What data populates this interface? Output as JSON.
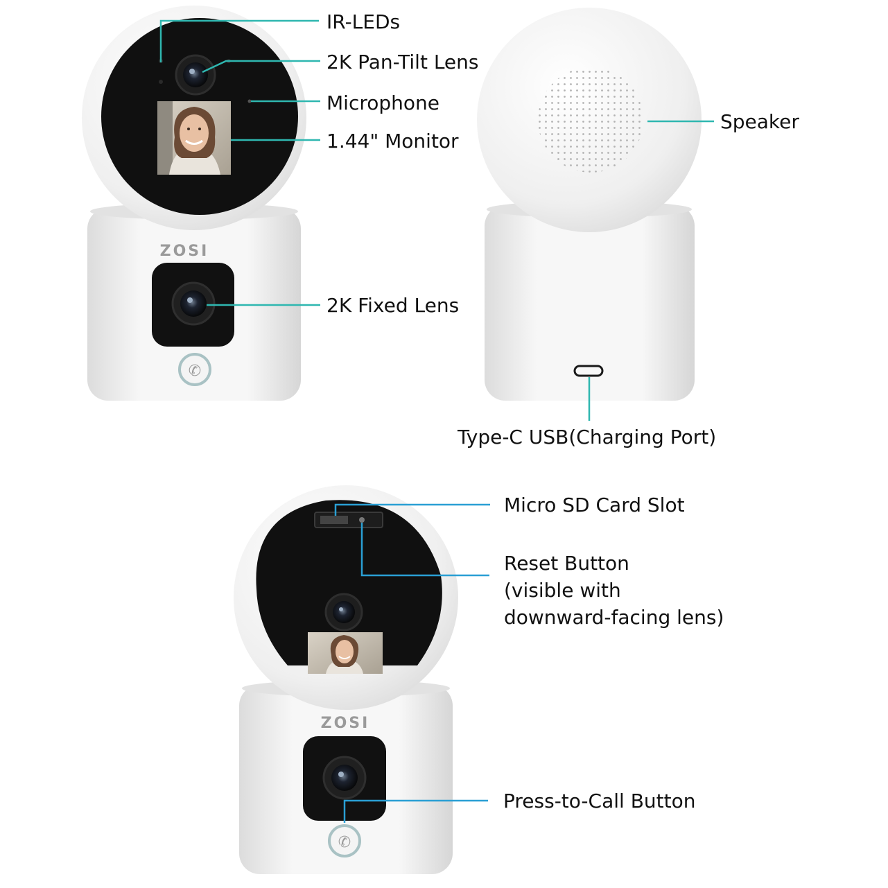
{
  "brand": {
    "logo_text": "ZOSI"
  },
  "colors": {
    "leader_teal": "#2fb7b0",
    "leader_blue": "#2a9fd4",
    "body_white": "#f1f1f1",
    "body_shade": "#d6d6d6",
    "lens_black": "#141414",
    "call_ring": "#a9c2c4"
  },
  "front_view": {
    "labels": {
      "ir_leds": "IR-LEDs",
      "pan_tilt_lens": "2K Pan-Tilt Lens",
      "microphone": "Microphone",
      "monitor": "1.44\" Monitor",
      "fixed_lens": "2K Fixed Lens"
    }
  },
  "back_view": {
    "labels": {
      "speaker": "Speaker",
      "usb_port": "Type-C USB(Charging Port)"
    }
  },
  "tilted_view": {
    "labels": {
      "sd_slot": "Micro SD Card Slot",
      "reset_button": "Reset Button\n(visible with\ndownward-facing lens)",
      "call_button": "Press-to-Call Button"
    }
  },
  "icons": [
    "phone-icon",
    "camera-lens-icon",
    "speaker-grille-icon",
    "usb-c-port-icon",
    "sd-card-slot-icon",
    "face-photo-icon"
  ]
}
